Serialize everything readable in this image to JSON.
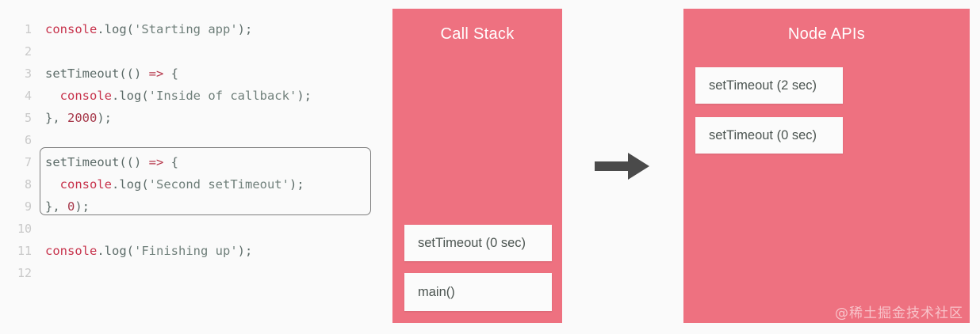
{
  "editor": {
    "name": "javascript-code-editor",
    "background": "#fafafa",
    "lines": [
      {
        "num": "1",
        "tokens": [
          {
            "t": "console",
            "c": "obj"
          },
          {
            "t": ".log(",
            "c": "plain"
          },
          {
            "t": "'Starting app'",
            "c": "str"
          },
          {
            "t": ");",
            "c": "plain"
          }
        ]
      },
      {
        "num": "2",
        "tokens": []
      },
      {
        "num": "3",
        "tokens": [
          {
            "t": "setTimeout(() ",
            "c": "plain"
          },
          {
            "t": "=>",
            "c": "arrow"
          },
          {
            "t": " {",
            "c": "plain"
          }
        ]
      },
      {
        "num": "4",
        "tokens": [
          {
            "t": "  ",
            "c": "plain"
          },
          {
            "t": "console",
            "c": "obj"
          },
          {
            "t": ".log(",
            "c": "plain"
          },
          {
            "t": "'Inside of callback'",
            "c": "str"
          },
          {
            "t": ");",
            "c": "plain"
          }
        ]
      },
      {
        "num": "5",
        "tokens": [
          {
            "t": "}, ",
            "c": "plain"
          },
          {
            "t": "2000",
            "c": "num"
          },
          {
            "t": ");",
            "c": "plain"
          }
        ]
      },
      {
        "num": "6",
        "tokens": []
      },
      {
        "num": "7",
        "tokens": [
          {
            "t": "setTimeout(() ",
            "c": "plain"
          },
          {
            "t": "=>",
            "c": "arrow"
          },
          {
            "t": " {",
            "c": "plain"
          }
        ]
      },
      {
        "num": "8",
        "tokens": [
          {
            "t": "  ",
            "c": "plain"
          },
          {
            "t": "console",
            "c": "obj"
          },
          {
            "t": ".log(",
            "c": "plain"
          },
          {
            "t": "'Second setTimeout'",
            "c": "str"
          },
          {
            "t": ");",
            "c": "plain"
          }
        ]
      },
      {
        "num": "9",
        "tokens": [
          {
            "t": "}, ",
            "c": "plain"
          },
          {
            "t": "0",
            "c": "num"
          },
          {
            "t": ");",
            "c": "plain"
          }
        ]
      },
      {
        "num": "10",
        "tokens": []
      },
      {
        "num": "11",
        "tokens": [
          {
            "t": "console",
            "c": "obj"
          },
          {
            "t": ".log(",
            "c": "plain"
          },
          {
            "t": "'Finishing up'",
            "c": "str"
          },
          {
            "t": ");",
            "c": "plain"
          }
        ]
      },
      {
        "num": "12",
        "tokens": []
      }
    ],
    "highlight": {
      "label": "highlighted-code-block",
      "first_line": "7",
      "last_line": "9"
    }
  },
  "arrow": {
    "label": "flow-arrow-right",
    "color": "#4a4a4a"
  },
  "call_stack": {
    "title": "Call Stack",
    "color": "#ee7180",
    "frames": [
      {
        "label": "setTimeout (0 sec)"
      },
      {
        "label": "main()"
      }
    ]
  },
  "node_apis": {
    "title": "Node APIs",
    "color": "#ee7180",
    "items": [
      {
        "label": "setTimeout (2 sec)"
      },
      {
        "label": "setTimeout (0 sec)"
      }
    ],
    "watermark": "@稀土掘金技术社区"
  }
}
